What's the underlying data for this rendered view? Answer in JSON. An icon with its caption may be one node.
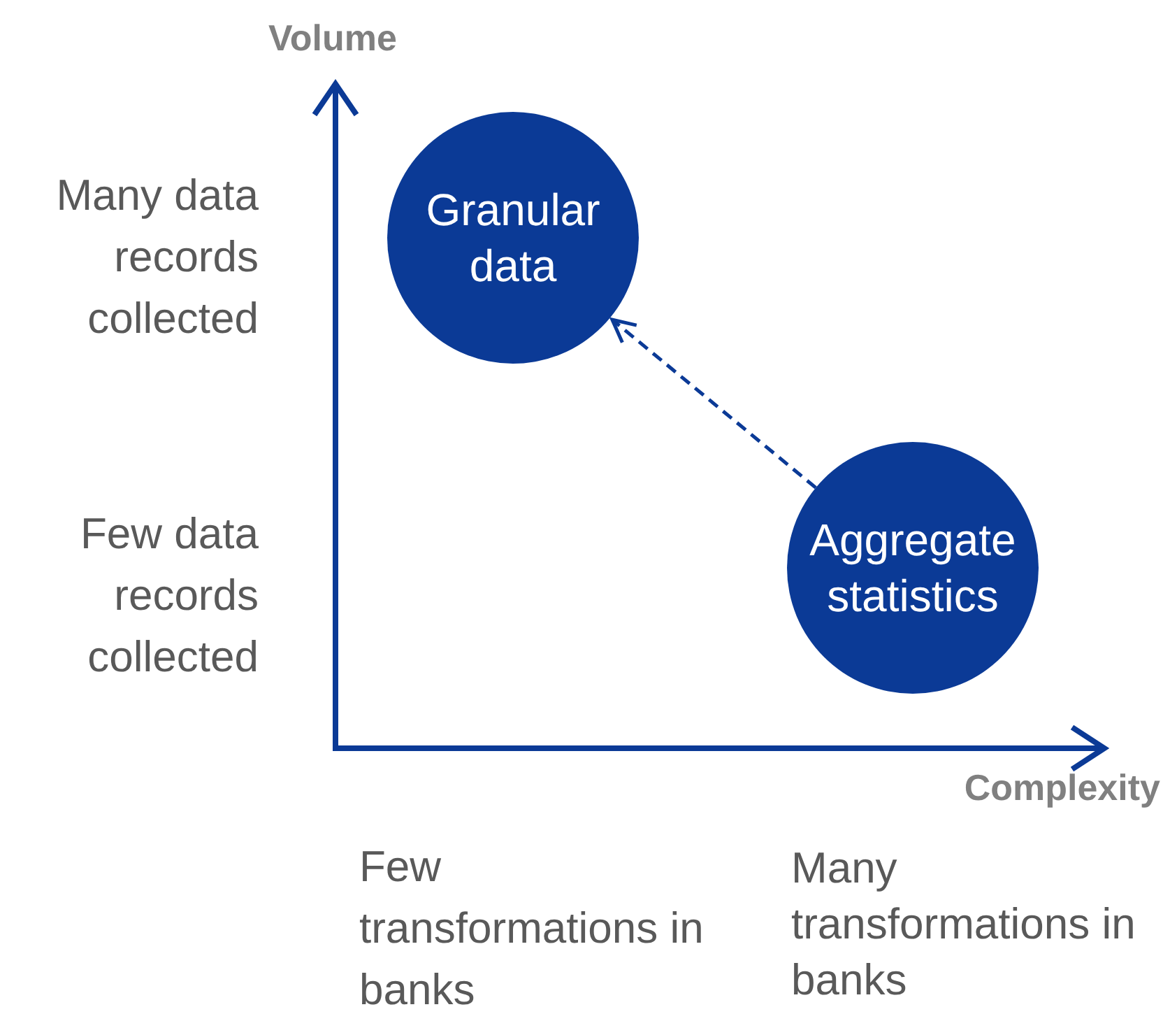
{
  "diagram": {
    "nodes": [
      {
        "text": [
          "Granular data"
        ]
      },
      {
        "text": [
          "Aggregate statistics"
        ]
      }
    ],
    "edges": [
      {
        "from": 1,
        "to": 0,
        "arrow": "to",
        "style": "dashed"
      }
    ],
    "labels": [
      "Volume",
      "Many data records collected",
      "Few data records collected",
      "Complexity",
      "Few transformations in banks",
      "Many transformations in banks"
    ]
  }
}
